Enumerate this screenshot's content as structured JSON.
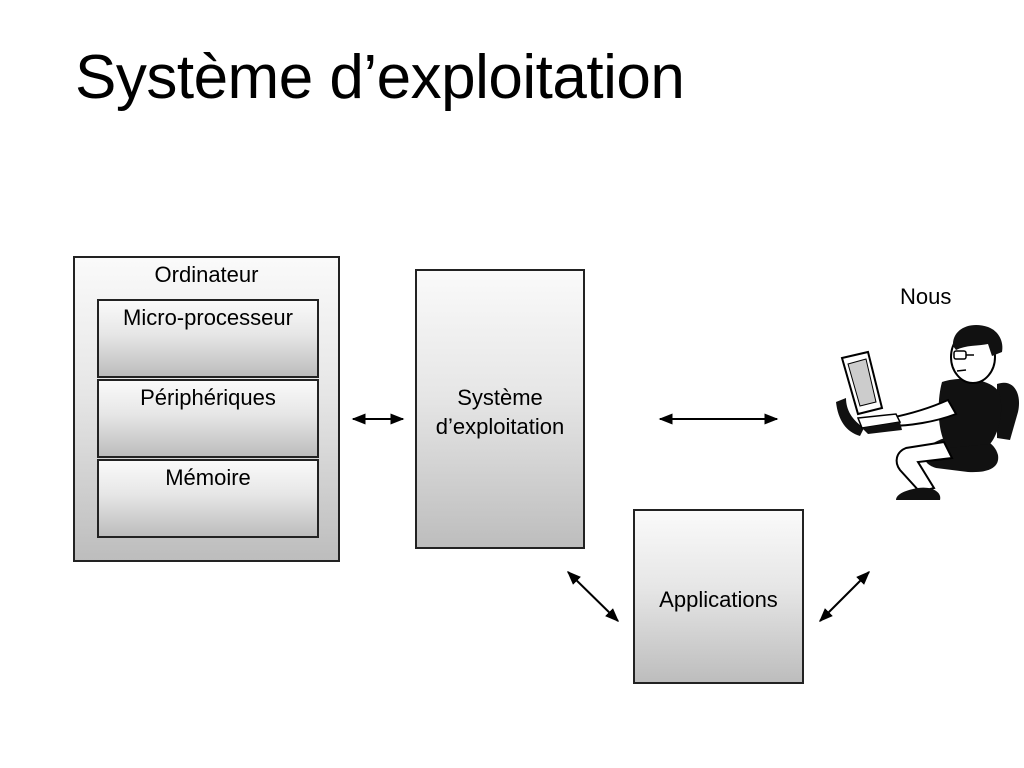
{
  "title": "Système d’exploitation",
  "ordinateur": {
    "label": "Ordinateur",
    "components": [
      "Micro-processeur",
      "Périphériques",
      "Mémoire"
    ]
  },
  "os_box": {
    "line1": "Système",
    "line2": "d’exploitation"
  },
  "applications": {
    "label": "Applications"
  },
  "user": {
    "label": "Nous",
    "icon": "person-at-computer-icon"
  },
  "arrows": [
    {
      "from": "ordinateur",
      "to": "systeme-exploitation",
      "style": "double-headed"
    },
    {
      "from": "systeme-exploitation",
      "to": "nous",
      "style": "double-headed"
    },
    {
      "from": "systeme-exploitation",
      "to": "applications",
      "style": "double-headed"
    },
    {
      "from": "applications",
      "to": "nous",
      "style": "double-headed"
    }
  ]
}
